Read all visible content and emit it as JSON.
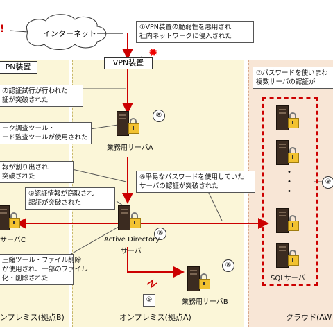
{
  "zones": {
    "base_b": "ンプレミス(拠点B)",
    "base_a": "オンプレミス(拠点A)",
    "cloud": "クラウド(AW"
  },
  "internet_label": "インターネット",
  "vpn": {
    "left_label": "PN装置",
    "center_label": "VPN装置"
  },
  "callouts": {
    "c1": [
      "①VPN装置の脆弱性を悪用され",
      "社内ネットワークに侵入された"
    ],
    "c2": [
      "の認証試行が行われた",
      "証が突破された"
    ],
    "c3": [
      "ーク調査ツール・",
      "ード監査ツールが使用された"
    ],
    "c4": [
      "報が割り出され",
      "突破された"
    ],
    "c5": [
      "⑤認証情報が窃取され",
      "認証が突破された"
    ],
    "c6": [
      "⑥平易なパスワードを使用していた",
      "サーバの認証が突破された"
    ],
    "c7": [
      "⑦パスワードを使いまわ",
      "複数サーバの認証が"
    ],
    "c8": [
      "圧縮ツール・ファイル削除",
      "が使用され、一部のファイル",
      "化・削除された"
    ]
  },
  "servers": {
    "business_a": "業務用サーバA",
    "ad_line1": "Active Directory",
    "ad_line2": "サーバ",
    "server_c": "サーバC",
    "business_b": "業務用サーバB",
    "sql": "SQLサーバ"
  },
  "badges": {
    "b8": "⑧",
    "b5": "⑤"
  },
  "colors": {
    "attack_path": "#cc0000",
    "zone_onprem": "#fbf6d8",
    "zone_cloud": "#f8e6d6"
  }
}
